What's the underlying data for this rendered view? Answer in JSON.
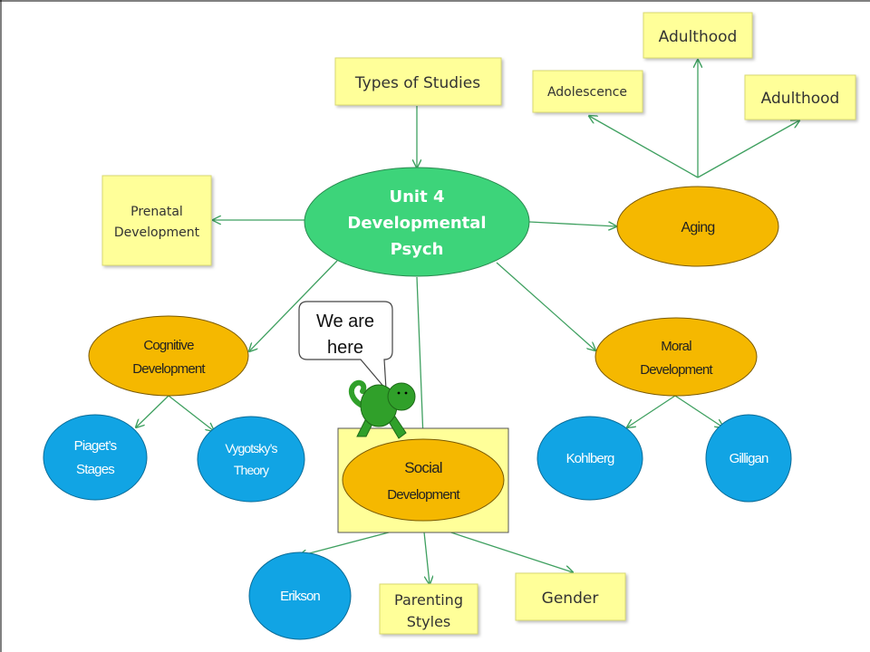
{
  "colors": {
    "note": "#ffff99",
    "note_border": "#d8d870",
    "oval_orange": "#f5b800",
    "oval_blue": "#11a4e4",
    "center": "#3dd47a",
    "arrow": "#3fa060",
    "turtle": "#30a02a"
  },
  "center": {
    "line1": "Unit 4",
    "line2": "Developmental",
    "line3": "Psych"
  },
  "notes": {
    "types_of_studies": "Types of Studies",
    "adulthood_top": "Adulthood",
    "adolescence": "Adolescence",
    "adulthood_right": "Adulthood",
    "prenatal_l1": "Prenatal",
    "prenatal_l2": "Development",
    "parenting_l1": "Parenting",
    "parenting_l2": "Styles",
    "gender": "Gender"
  },
  "ovals": {
    "aging": "Aging",
    "cognitive_l1": "Cognitive",
    "cognitive_l2": "Development",
    "moral_l1": "Moral",
    "moral_l2": "Development",
    "social_l1": "Social",
    "social_l2": "Development",
    "piaget_l1": "Piaget’s",
    "piaget_l2": "Stages",
    "vygotsky_l1": "Vygotsky’s",
    "vygotsky_l2": "Theory",
    "kohlberg": "Kohlberg",
    "gilligan": "Gilligan",
    "erikson": "Erikson"
  },
  "callout": {
    "line1": "We are",
    "line2": "here"
  },
  "mascot": {
    "icon": "turtle-icon"
  }
}
